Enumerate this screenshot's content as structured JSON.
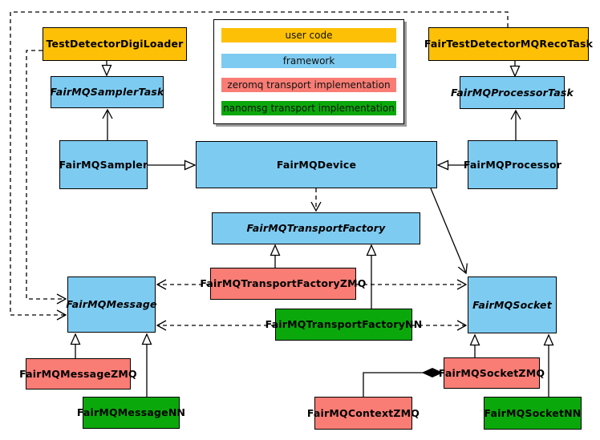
{
  "diagram": {
    "kind": "uml-class-diagram",
    "colors": {
      "user_code": "#fdc006",
      "framework": "#7ecbf1",
      "zeromq": "#f97d75",
      "nanomsg": "#0ba80b",
      "edge": "#000000",
      "background": "#ffffff"
    },
    "legend": {
      "items": [
        {
          "label": "user code",
          "color": "#fdc006"
        },
        {
          "label": "framework",
          "color": "#7ecbf1"
        },
        {
          "label": "zeromq transport implementation",
          "color": "#f97d75"
        },
        {
          "label": "nanomsg transport implementation",
          "color": "#0ba80b"
        }
      ]
    },
    "nodes": {
      "testdetectordigiloader": {
        "label": "TestDetectorDigiLoader",
        "category": "user code",
        "abstract": false
      },
      "fairtestdetectormqrecotask": {
        "label": "FairTestDetectorMQRecoTask",
        "category": "user code",
        "abstract": false
      },
      "fairmqsamplertask": {
        "label": "FairMQSamplerTask",
        "category": "framework",
        "abstract": true
      },
      "fairmqprocessortask": {
        "label": "FairMQProcessorTask",
        "category": "framework",
        "abstract": true
      },
      "fairmqsampler": {
        "label": "FairMQSampler",
        "category": "framework",
        "abstract": false
      },
      "fairmqdevice": {
        "label": "FairMQDevice",
        "category": "framework",
        "abstract": false
      },
      "fairmqprocessor": {
        "label": "FairMQProcessor",
        "category": "framework",
        "abstract": false
      },
      "fairmqtransportfactory": {
        "label": "FairMQTransportFactory",
        "category": "framework",
        "abstract": true
      },
      "fairmqtransportfactoryzmq": {
        "label": "FairMQTransportFactoryZMQ",
        "category": "zeromq",
        "abstract": false
      },
      "fairmqtransportfactorynn": {
        "label": "FairMQTransportFactoryNN",
        "category": "nanomsg",
        "abstract": false
      },
      "fairmqmessage": {
        "label": "FairMQMessage",
        "category": "framework",
        "abstract": true
      },
      "fairmqsocket": {
        "label": "FairMQSocket",
        "category": "framework",
        "abstract": true
      },
      "fairmqmessagezmq": {
        "label": "FairMQMessageZMQ",
        "category": "zeromq",
        "abstract": false
      },
      "fairmqmessagenn": {
        "label": "FairMQMessageNN",
        "category": "nanomsg",
        "abstract": false
      },
      "fairmqsocketzmq": {
        "label": "FairMQSocketZMQ",
        "category": "zeromq",
        "abstract": false
      },
      "fairmqsocketnn": {
        "label": "FairMQSocketNN",
        "category": "nanomsg",
        "abstract": false
      },
      "fairmqcontextzmq": {
        "label": "FairMQContextZMQ",
        "category": "zeromq",
        "abstract": false
      }
    },
    "edges": [
      {
        "from": "TestDetectorDigiLoader",
        "to": "FairMQSamplerTask",
        "type": "inheritance"
      },
      {
        "from": "FairMQSampler",
        "to": "FairMQSamplerTask",
        "type": "association"
      },
      {
        "from": "FairMQSampler",
        "to": "FairMQDevice",
        "type": "inheritance"
      },
      {
        "from": "FairTestDetectorMQRecoTask",
        "to": "FairMQProcessorTask",
        "type": "inheritance"
      },
      {
        "from": "FairMQProcessor",
        "to": "FairMQProcessorTask",
        "type": "association"
      },
      {
        "from": "FairMQProcessor",
        "to": "FairMQDevice",
        "type": "inheritance"
      },
      {
        "from": "FairMQDevice",
        "to": "FairMQTransportFactory",
        "type": "dependency"
      },
      {
        "from": "FairMQDevice",
        "to": "FairMQSocket",
        "type": "association"
      },
      {
        "from": "FairMQTransportFactoryZMQ",
        "to": "FairMQTransportFactory",
        "type": "inheritance"
      },
      {
        "from": "FairMQTransportFactoryNN",
        "to": "FairMQTransportFactory",
        "type": "inheritance"
      },
      {
        "from": "FairMQTransportFactoryZMQ",
        "to": "FairMQMessage",
        "type": "dependency"
      },
      {
        "from": "FairMQTransportFactoryZMQ",
        "to": "FairMQSocket",
        "type": "dependency"
      },
      {
        "from": "FairMQTransportFactoryNN",
        "to": "FairMQMessage",
        "type": "dependency"
      },
      {
        "from": "FairMQTransportFactoryNN",
        "to": "FairMQSocket",
        "type": "dependency"
      },
      {
        "from": "TestDetectorDigiLoader",
        "to": "FairMQMessage",
        "type": "dependency"
      },
      {
        "from": "FairTestDetectorMQRecoTask",
        "to": "FairMQMessage",
        "type": "dependency"
      },
      {
        "from": "FairMQMessageZMQ",
        "to": "FairMQMessage",
        "type": "inheritance"
      },
      {
        "from": "FairMQMessageNN",
        "to": "FairMQMessage",
        "type": "inheritance"
      },
      {
        "from": "FairMQSocketZMQ",
        "to": "FairMQSocket",
        "type": "inheritance"
      },
      {
        "from": "FairMQSocketNN",
        "to": "FairMQSocket",
        "type": "inheritance"
      },
      {
        "from": "FairMQContextZMQ",
        "to": "FairMQSocketZMQ",
        "type": "composition"
      }
    ]
  }
}
